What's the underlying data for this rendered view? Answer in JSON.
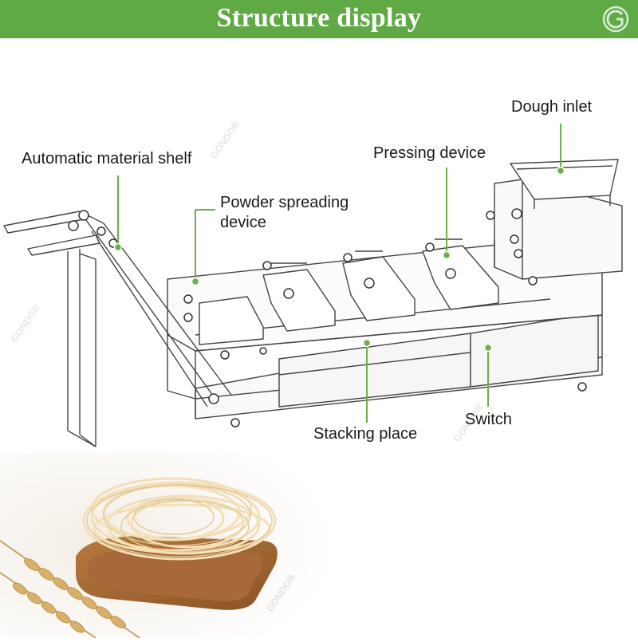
{
  "banner": {
    "title": "Structure display",
    "color": "#5faa45"
  },
  "logo": {
    "icon": "gondor-logo-icon"
  },
  "labels": {
    "dough_inlet": "Dough inlet",
    "pressing_device": "Pressing device",
    "automatic_material_shelf": "Automatic material shelf",
    "powder_spreading_line1": "Powder spreading",
    "powder_spreading_line2": "device",
    "stacking_place": "Stacking place",
    "switch": "Switch"
  },
  "watermark": "GONDOR",
  "colors": {
    "leader_line": "#6ab04c",
    "machine_stroke": "#444444"
  }
}
